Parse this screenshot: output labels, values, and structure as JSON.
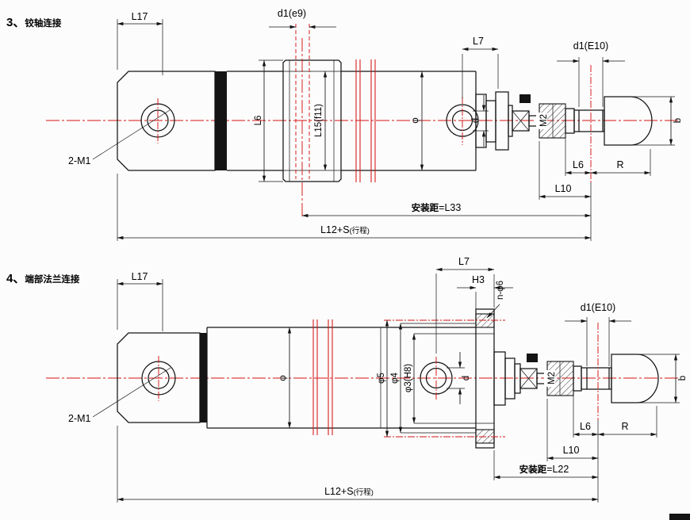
{
  "drawing": {
    "background": "#fcfcfc",
    "line_color": "#141414",
    "centerline_color": "#d61414"
  },
  "fig1": {
    "number": "3、",
    "title": "铰轴连接",
    "labels": {
      "l17": "L17",
      "d1_rod": "d1(e9)",
      "l6_gland": "L6",
      "l15": "L15(f11)",
      "phi": "φ",
      "l7": "L7",
      "d": "d",
      "thread": "2-M1",
      "m2": "M2",
      "d1_eye": "d1(E10)",
      "b": "b",
      "l6": "L6",
      "r": "R",
      "l10": "L10",
      "install_prefix": "安装距",
      "install_value": "=L33",
      "stroke_main": "L12+S",
      "stroke_note": "(行程)"
    }
  },
  "fig2": {
    "number": "4、",
    "title": "端部法兰连接",
    "labels": {
      "l17": "L17",
      "l7": "L7",
      "h3": "H3",
      "bolt_holes": "n-φ6",
      "phi": "φ",
      "phi5": "φ5",
      "phi4": "φ4",
      "phi3": "φ3(H8)",
      "d": "d",
      "thread": "2-M1",
      "m2": "M2",
      "d1_eye": "d1(E10)",
      "b": "b",
      "l6": "L6",
      "r": "R",
      "l10": "L10",
      "install_prefix": "安装距",
      "install_value": "=L22",
      "stroke_main": "L12+S",
      "stroke_note": "(行程)"
    }
  }
}
